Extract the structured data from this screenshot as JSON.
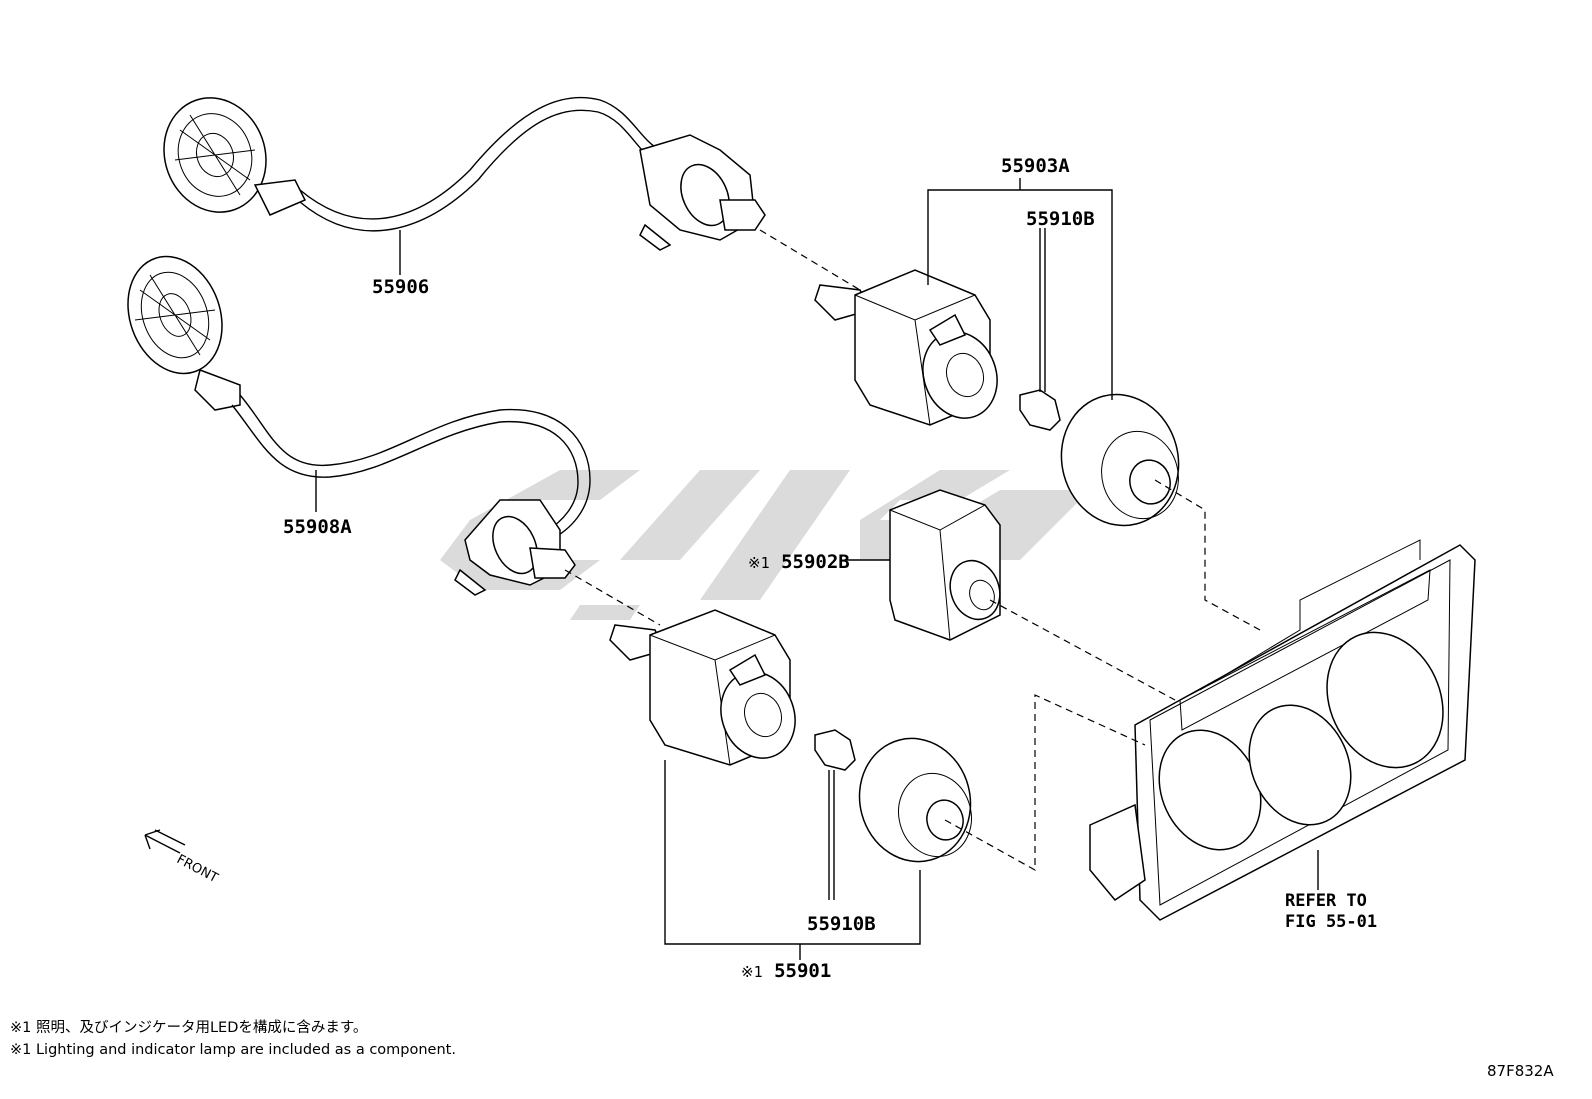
{
  "labels": {
    "p55906": "55906",
    "p55908a": "55908A",
    "p55903a": "55903A",
    "p55910b_top": "55910B",
    "p55902b": "55902B",
    "p55910b_bottom": "55910B",
    "p55901": "55901",
    "mark": "※1"
  },
  "refer": {
    "line1": "REFER TO",
    "line2": "FIG 55-01"
  },
  "front": "FRONT",
  "notes": {
    "japanese": "※1 照明、及びインジケータ用LEDを構成に含みます。",
    "english": "※1 Lighting and indicator lamp are included as a component."
  },
  "figure_code": "87F832A"
}
